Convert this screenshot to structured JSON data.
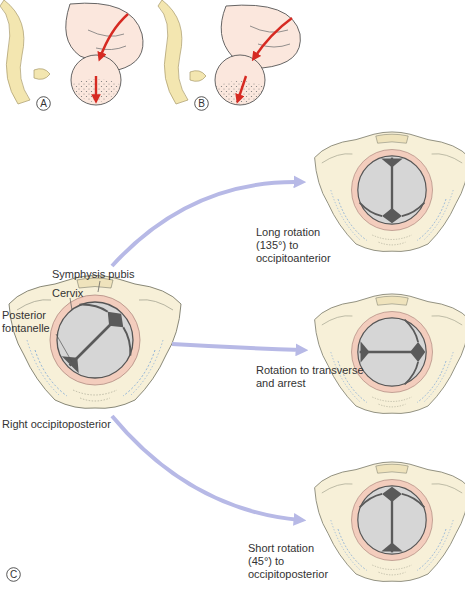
{
  "diagram": {
    "nodes": [
      {
        "text": [
          "A"
        ]
      },
      {
        "text": [
          "B"
        ]
      },
      {
        "text": [
          "C"
        ]
      }
    ],
    "labels": [
      "Long rotation (135°) to occipitoanterior",
      "Symphysis pubis",
      "Cervix",
      "Posterior fontanelle",
      "Rotation to transverse and arrest",
      "Right occipitoposterior",
      "Short rotation (45°) to occipitoposterior"
    ]
  }
}
